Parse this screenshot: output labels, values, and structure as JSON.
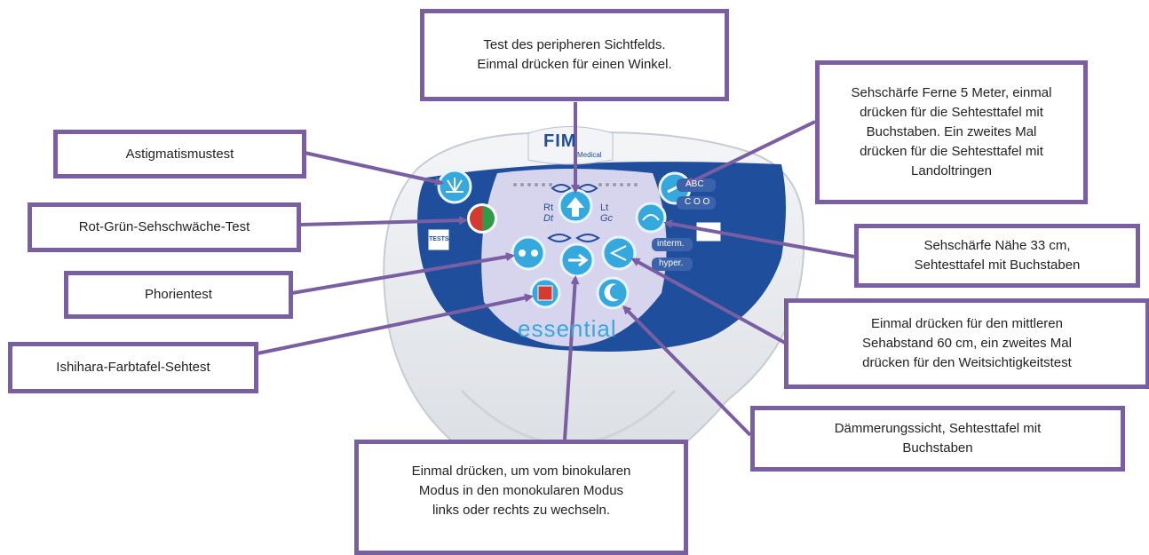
{
  "device": {
    "brand": "FIM",
    "brand_sub": "Medical",
    "model": "essential",
    "labels": {
      "rt": "Rt",
      "dt": "Dt",
      "lt": "Lt",
      "gc": "Gc",
      "tests": "TESTS",
      "abc": "ABC",
      "rings": "C O O",
      "interm": "interm.",
      "hyper": "hyper."
    },
    "colors": {
      "panel": "#1f4f9c",
      "button": "#35a9dd",
      "callout_border": "#7a5ea2",
      "arrow": "#7a5ea2"
    }
  },
  "callouts": {
    "peripheral": "Test des peripheren Sichtfelds.\nEinmal drücken für einen Winkel.",
    "astigmatism": "Astigmatismustest",
    "red_green": "Rot-Grün-Sehschwäche-Test",
    "phoria": "Phorientest",
    "ishihara": "Ishihara-Farbtafel-Sehtest",
    "far_vision": "Sehschärfe Ferne 5 Meter, einmal\ndrücken für die Sehtesttafel mit\nBuchstaben. Ein zweites Mal\ndrücken für die Sehtesttafel mit\nLandoltringen",
    "near_vision": "Sehschärfe Nähe 33 cm,\nSehtesttafel mit Buchstaben",
    "intermediate": "Einmal drücken für den mittleren\nSehabstand 60 cm, ein zweites Mal\ndrücken für den Weitsichtigkeitstest",
    "twilight": "Dämmerungssicht, Sehtesttafel mit\nBuchstaben",
    "monocular": "Einmal drücken, um vom binokularen\nModus in den monokularen Modus\nlinks oder rechts zu wechseln."
  }
}
